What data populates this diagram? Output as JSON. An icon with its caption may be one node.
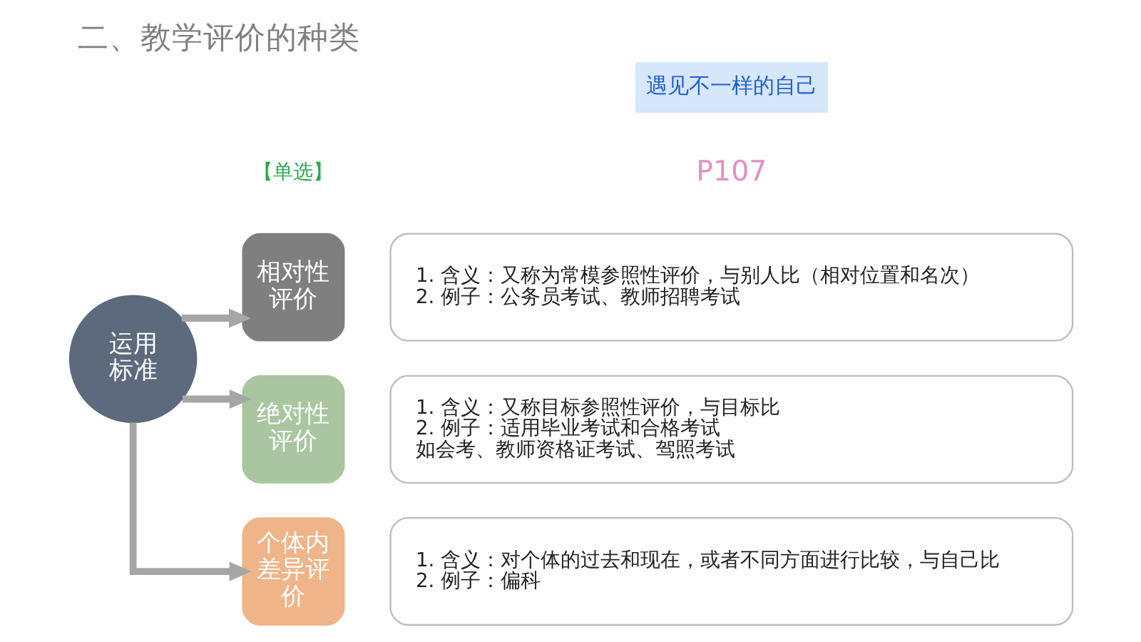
{
  "diagram": {
    "title": "二、教学评价的种类",
    "nodes": [
      {
        "text": [
          "运用标准"
        ]
      },
      {
        "text": [
          "相对性评价"
        ]
      },
      {
        "text": [
          "1. 含义：又称为常模参照性评价，与别人比（相对位置和名次）",
          "2. 例子：公务员考试、教师招聘考试"
        ]
      },
      {
        "text": [
          "绝对性评价"
        ]
      },
      {
        "text": [
          "1. 含义：又称目标参照性评价，与目标比",
          "2. 例子：适用毕业考试和合格考试",
          "如会考、教师资格证考试、驾照考试"
        ]
      },
      {
        "text": [
          "个体内差异评价"
        ]
      },
      {
        "text": [
          "1. 含义：对个体的过去和现在，或者不同方面进行比较，与自己比",
          "2. 例子：偏科"
        ]
      }
    ],
    "edges": [
      {
        "from": 0,
        "to": 1,
        "arrow": "to"
      },
      {
        "from": 0,
        "to": 3,
        "arrow": "to"
      },
      {
        "from": 0,
        "to": 5,
        "arrow": "to"
      }
    ],
    "labels": [
      "遇见不一样的自己",
      "【单选】",
      "P107"
    ]
  }
}
